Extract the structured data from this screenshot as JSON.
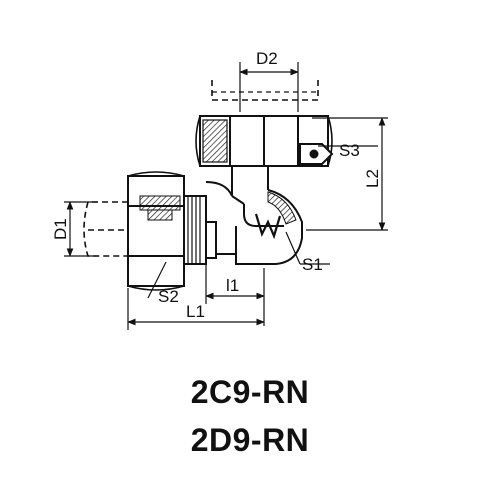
{
  "drawing": {
    "labels": {
      "d2": "D2",
      "s3": "S3",
      "l2": "L2",
      "d1": "D1",
      "s1": "S1",
      "l1_small": "l1",
      "s2": "S2",
      "l1": "L1"
    },
    "codes": [
      "2C9-RN",
      "2D9-RN"
    ],
    "colors": {
      "line": "#111111",
      "hatch": "#111111",
      "background": "#ffffff"
    }
  }
}
